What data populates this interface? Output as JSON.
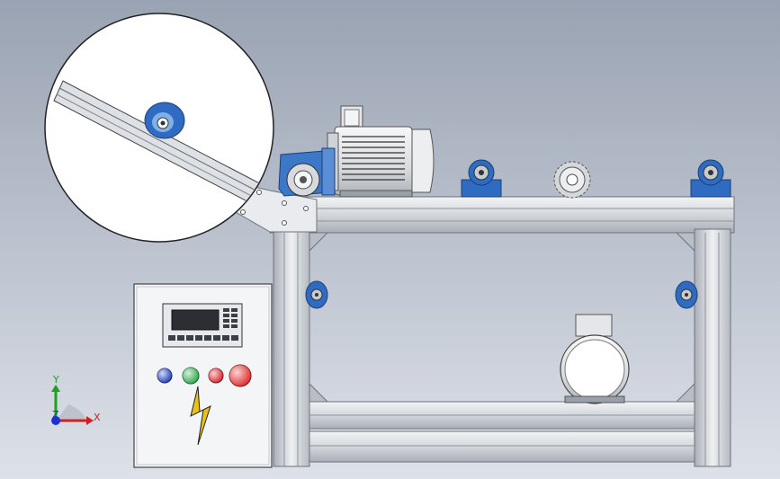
{
  "viewport": {
    "background_top": "#9aa3b3",
    "background_bottom": "#dde1e9"
  },
  "colors": {
    "frame_metal": "#d7dbe0",
    "frame_shadow": "#9ea4ad",
    "motor_body": "#e6e8ea",
    "gearbox_blue": "#3b78c8",
    "bearing_blue": "#2f6bc0",
    "panel_white": "#f4f5f6",
    "button_blue": "#1e3fbf",
    "button_green": "#2ea84a",
    "button_red": "#d9242b",
    "button_red_large": "#e02a2a",
    "bolt_yellow": "#e8c21a"
  },
  "triad": {
    "x_label": "X",
    "y_label": "Y",
    "z_label": "Z",
    "x_color": "#d02020",
    "y_color": "#20a020",
    "z_color": "#2030d0"
  }
}
